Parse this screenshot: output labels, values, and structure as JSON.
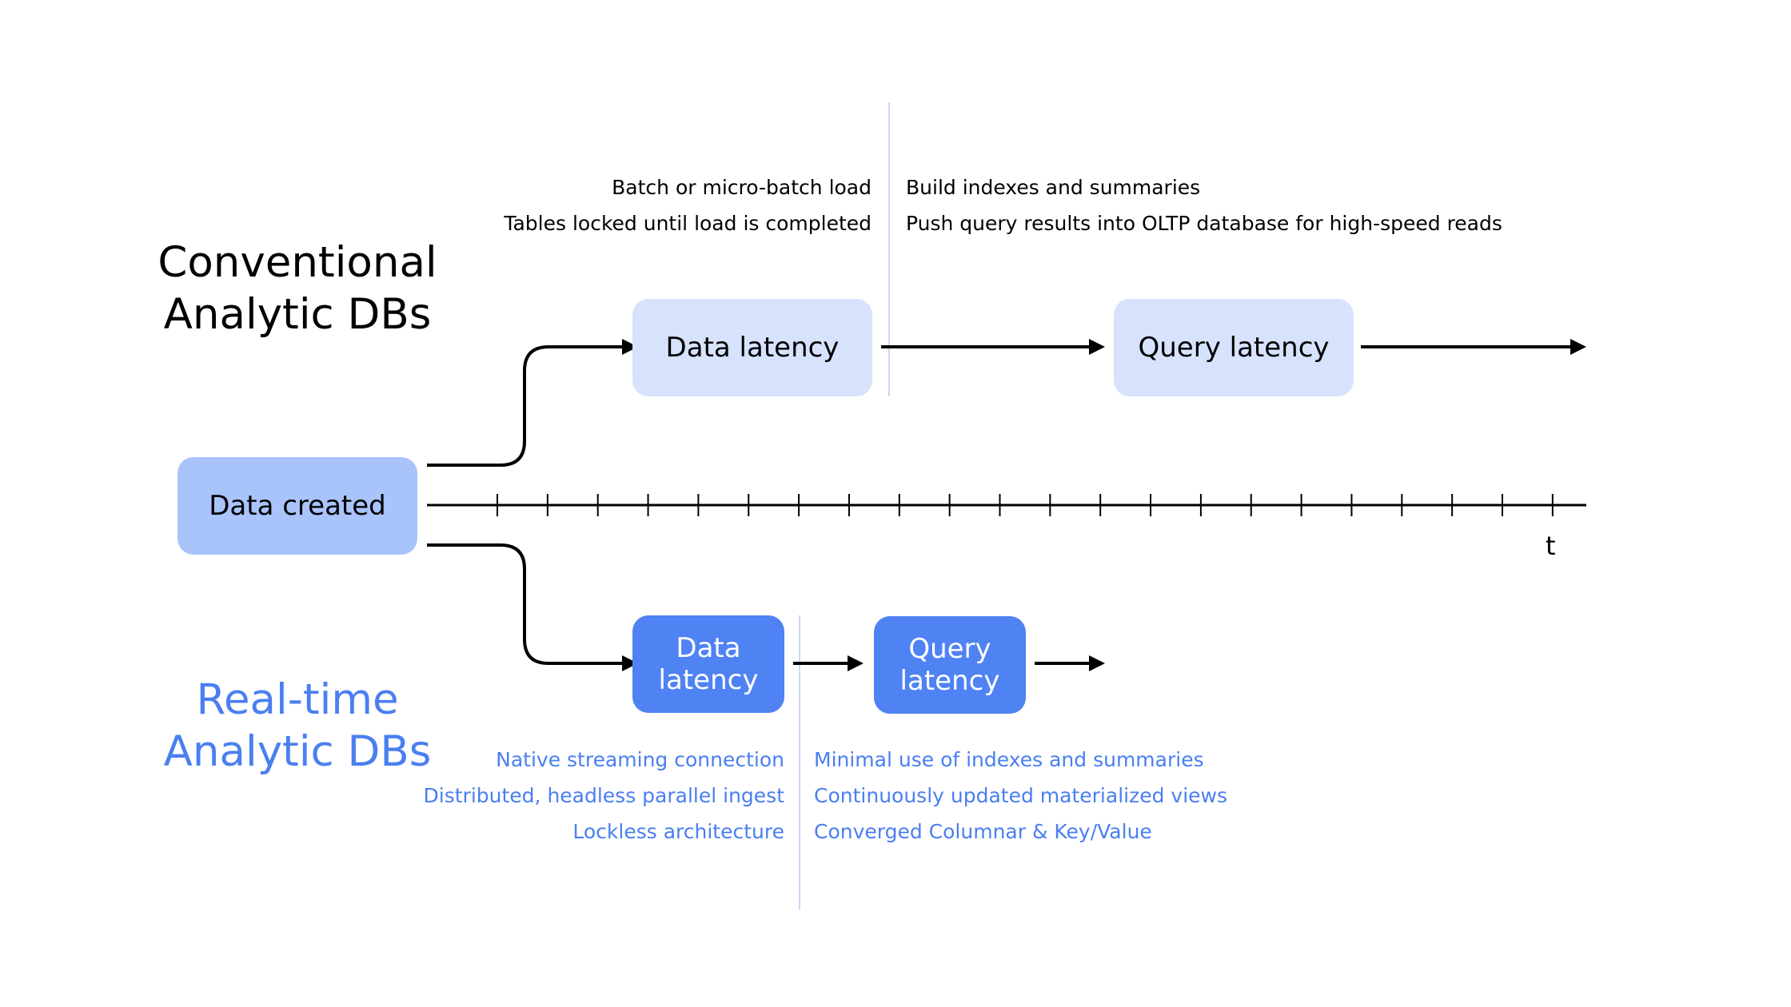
{
  "conventional": {
    "title_line1": "Conventional",
    "title_line2": "Analytic DBs",
    "data_latency": "Data latency",
    "query_latency": "Query latency",
    "left_notes": [
      "Batch or micro-batch load",
      "Tables locked until load is completed"
    ],
    "right_notes": [
      "Build indexes and summaries",
      "Push query results into OLTP database for high-speed reads"
    ]
  },
  "source": {
    "label": "Data created"
  },
  "timeline": {
    "axis_label": "t",
    "tick_count": 22
  },
  "realtime": {
    "title_line1": "Real-time",
    "title_line2": "Analytic DBs",
    "data_latency_line1": "Data",
    "data_latency_line2": "latency",
    "query_latency_line1": "Query",
    "query_latency_line2": "latency",
    "left_notes": [
      "Native streaming connection",
      "Distributed, headless parallel ingest",
      "Lockless architecture"
    ],
    "right_notes": [
      "Minimal use of indexes and summaries",
      "Continuously updated materialized views",
      "Converged Columnar & Key/Value"
    ]
  },
  "colors": {
    "light_box": "#d7e2fc",
    "source_box": "#a9c3fb",
    "realtime_box": "#4f82f3",
    "realtime_text": "#4a7ff0",
    "divider": "#c9d7f2"
  }
}
